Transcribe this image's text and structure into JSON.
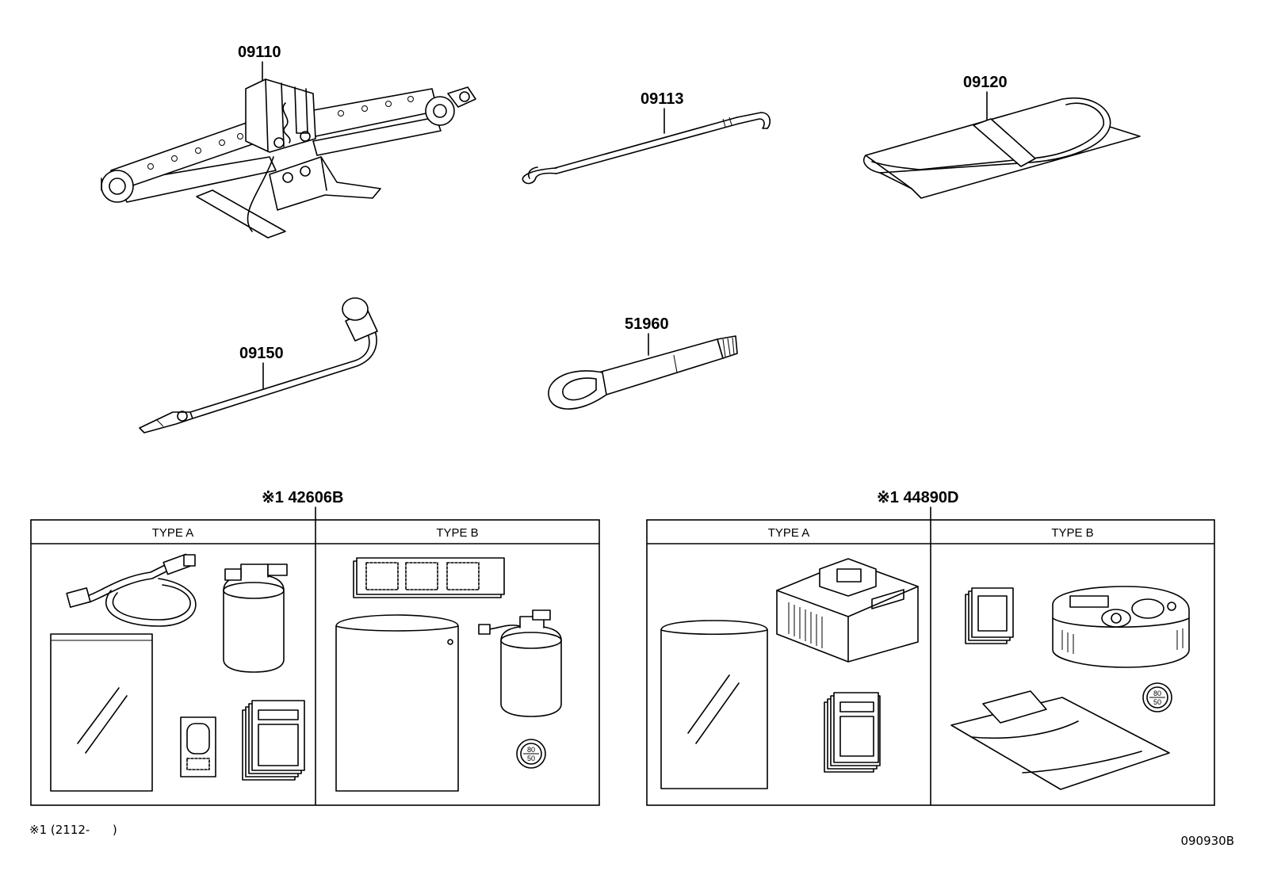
{
  "parts": {
    "jack": {
      "number": "09110"
    },
    "jack_handle": {
      "number": "09113"
    },
    "tool_bag": {
      "number": "09120"
    },
    "lug_wrench": {
      "number": "09150"
    },
    "towing_eye": {
      "number": "51960"
    }
  },
  "kit_left": {
    "label": "※1 42606B",
    "type_a": "TYPE A",
    "type_b": "TYPE B"
  },
  "kit_right": {
    "label": "※1 44890D",
    "type_a": "TYPE A",
    "type_b": "TYPE B"
  },
  "speed_sticker": {
    "top": "80",
    "bottom": "50"
  },
  "footnote": "※1 (2112-      )",
  "diagram_code": "090930B"
}
